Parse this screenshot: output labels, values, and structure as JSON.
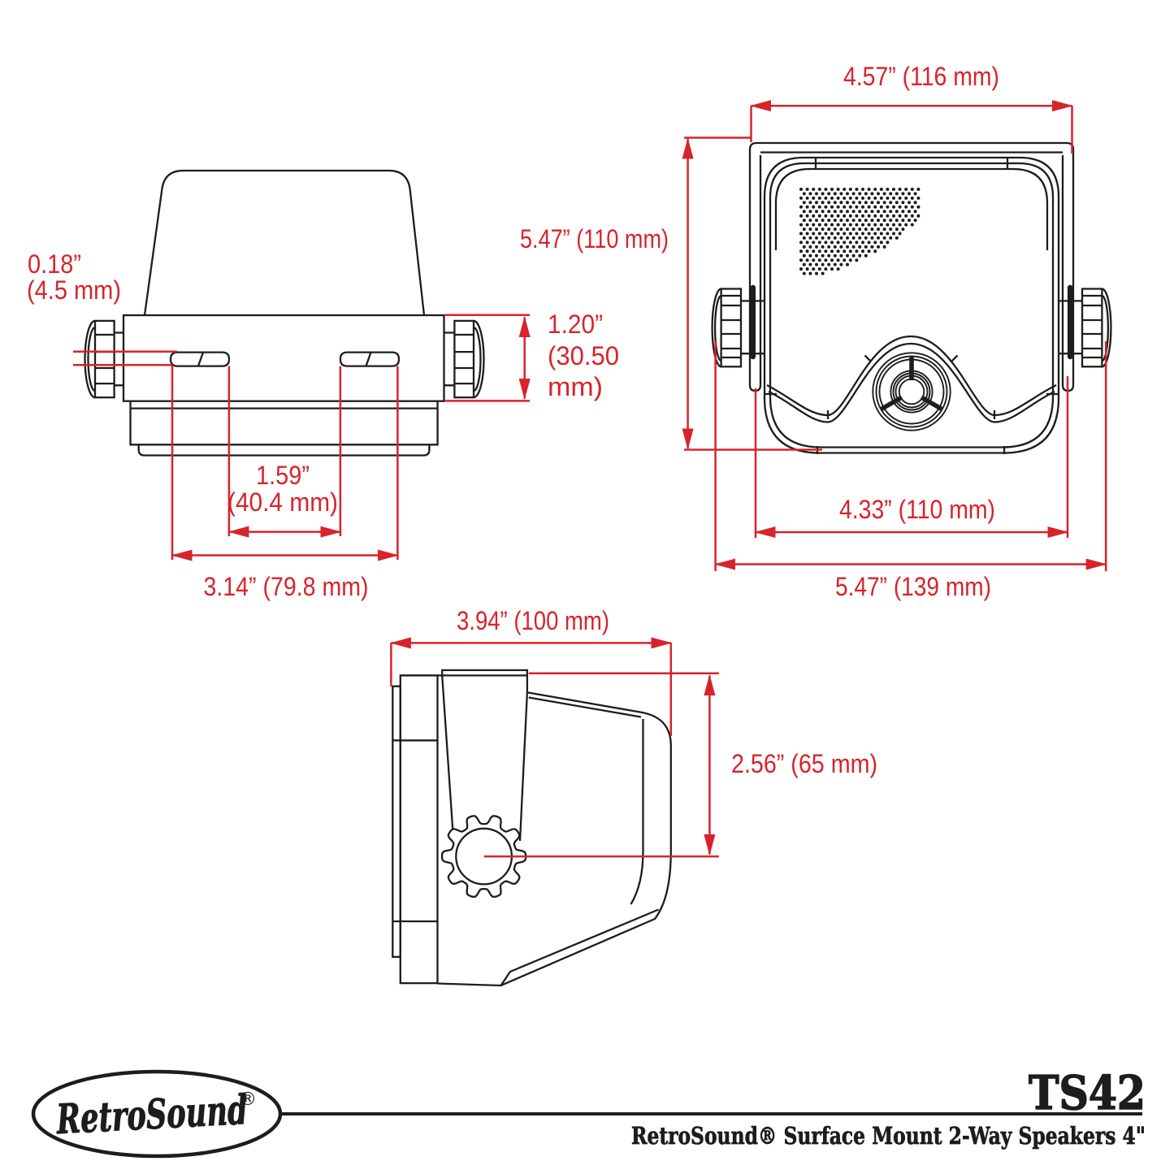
{
  "page": {
    "background": "#ffffff",
    "ink_color": "#1d1d1b",
    "accent_red": "#d8232a"
  },
  "top_view": {
    "name": "top view drawing",
    "labels": {
      "slot_depth_line1": "0.18”",
      "slot_depth_line2": "(4.5 mm)",
      "bracket_height_line1": "1.20”",
      "bracket_height_line2": "(30.50",
      "bracket_height_line3": "mm)",
      "slot_spacing_line1": "1.59”",
      "slot_spacing_line2": "(40.4 mm)",
      "mount_span": "3.14” (79.8 mm)"
    }
  },
  "front_view": {
    "name": "front view drawing",
    "labels": {
      "top_width": "4.57” (116 mm)",
      "height": "5.47” (110 mm)",
      "inner_width": "4.33” (110 mm)",
      "overall_width": "5.47” (139 mm)"
    }
  },
  "side_view": {
    "name": "side view drawing",
    "labels": {
      "depth": "3.94” (100 mm)",
      "knob_center_height": "2.56” (65 mm)"
    }
  },
  "footer": {
    "logo_text": "RetroSound",
    "logo_registered_mark": "®",
    "model": "TS42",
    "product_line": "RetroSound® Surface Mount 2-Way Speakers 4\""
  }
}
